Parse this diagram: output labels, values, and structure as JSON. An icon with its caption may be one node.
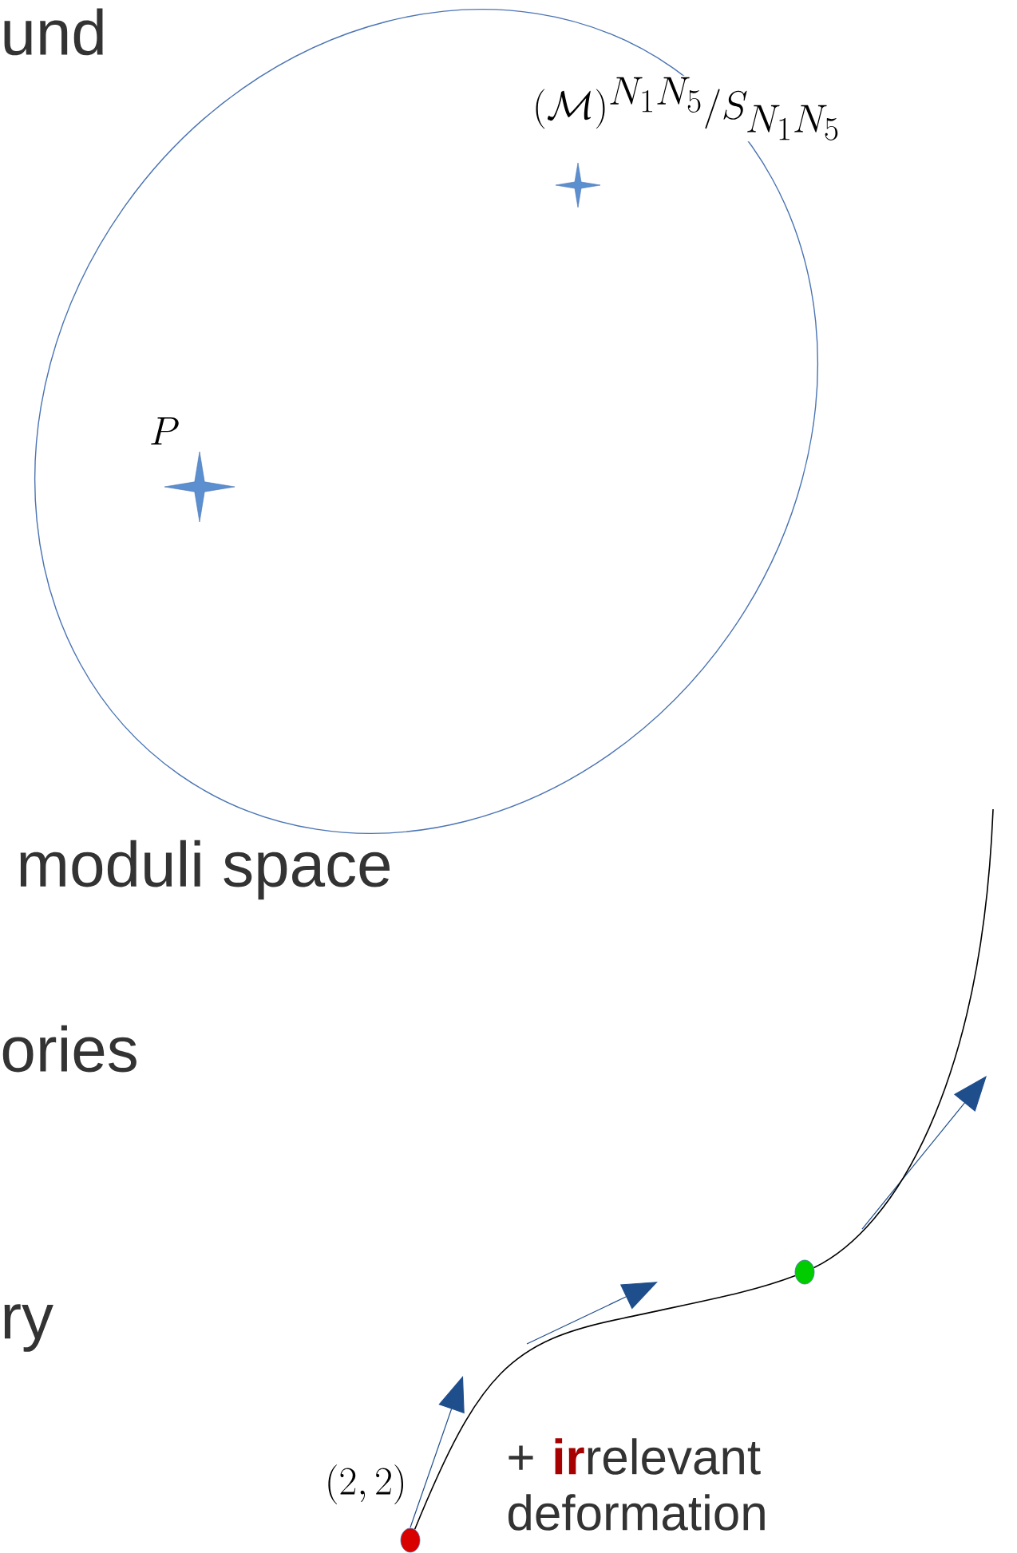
{
  "diagram": {
    "nodes": [
      {
        "text": [],
        "shape": "ellipse"
      },
      {
        "text": [],
        "shape": "star",
        "in": 0,
        "beside": [
          "(\\mathcal{M})^{N_1 N_5}/S_{N_1 N_5}"
        ]
      },
      {
        "text": [],
        "shape": "star",
        "in": 0,
        "beside": [
          "P"
        ]
      },
      {
        "text": [],
        "shape": "circle",
        "beside": [
          "(2,2)"
        ]
      },
      {
        "text": [],
        "shape": "circle"
      }
    ],
    "edges": [
      {
        "from": 3,
        "to": 4,
        "arrow": "none"
      },
      {
        "from": 4,
        "to": null,
        "arrow": "none"
      }
    ],
    "labels": [
      "und",
      "moduli space",
      "ories",
      "ry",
      "+ **ir**relevant deformation"
    ]
  }
}
